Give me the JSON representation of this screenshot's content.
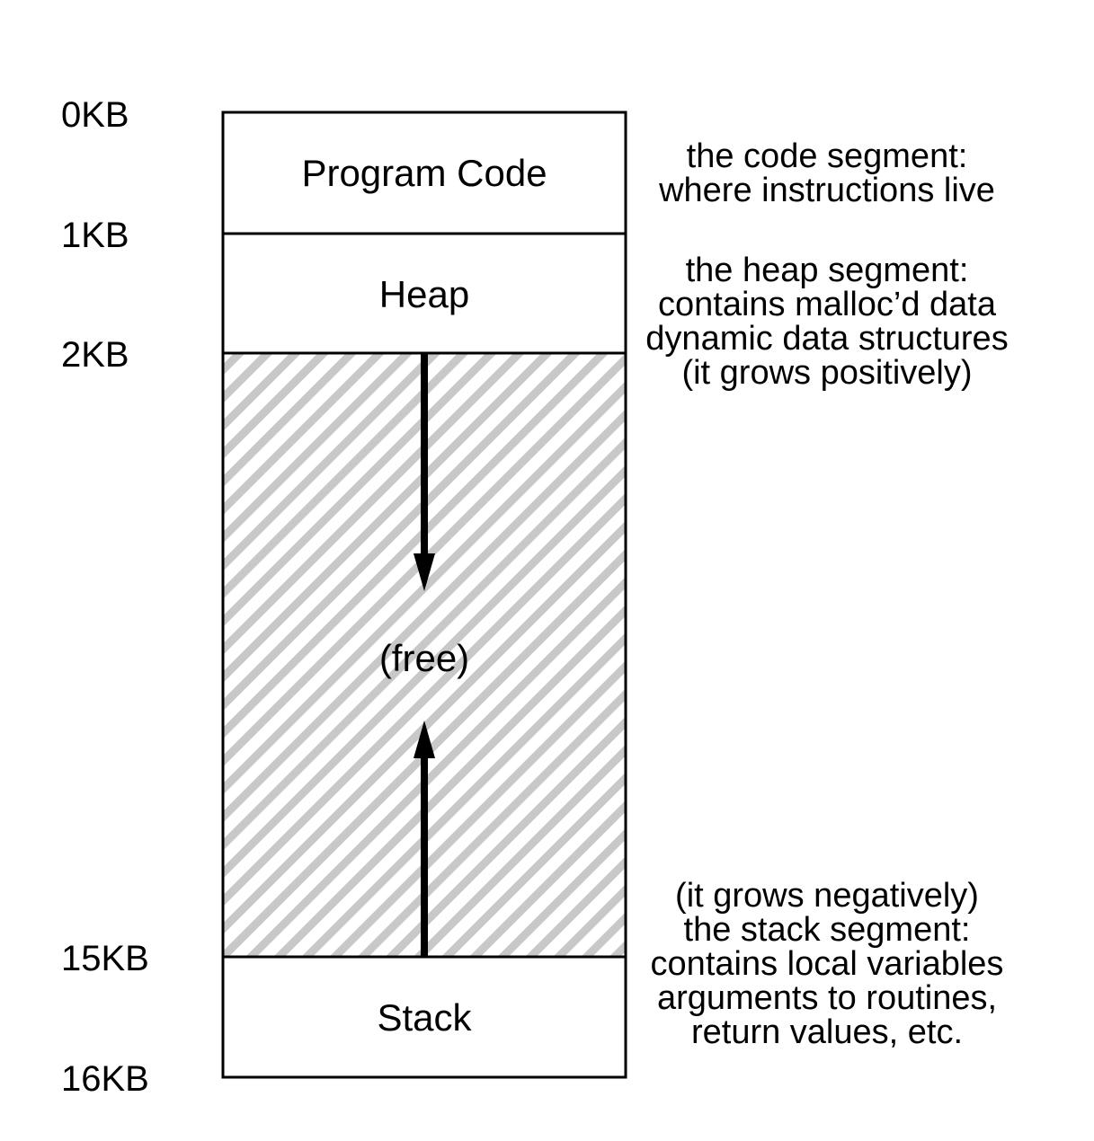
{
  "address_labels": [
    "0KB",
    "1KB",
    "2KB",
    "15KB",
    "16KB"
  ],
  "segments": {
    "code": "Program Code",
    "heap": "Heap",
    "free": "(free)",
    "stack": "Stack"
  },
  "annotations": {
    "code": [
      "the code segment:",
      "where instructions live"
    ],
    "heap": [
      "the heap segment:",
      "contains malloc’d data",
      "dynamic data structures",
      "(it grows positively)"
    ],
    "stack": [
      "(it grows negatively)",
      "the stack segment:",
      "contains local variables",
      "arguments to routines,",
      "return values, etc."
    ]
  },
  "colors": {
    "stroke": "#000000",
    "hatch": "#c8c8c8",
    "background": "#ffffff"
  }
}
